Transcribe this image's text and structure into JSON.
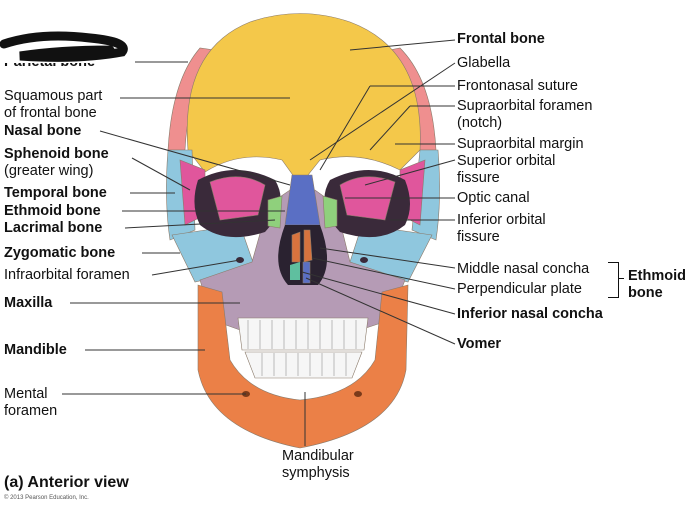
{
  "caption": "(a) Anterior view",
  "copyright": "© 2013 Pearson Education, Inc.",
  "labels": {
    "parietal_bone": "Parietal bone",
    "squamous_1": "Squamous part",
    "squamous_2": "of frontal bone",
    "nasal_bone": "Nasal bone",
    "sphenoid_1": "Sphenoid bone",
    "sphenoid_2": "(greater wing)",
    "temporal_bone": "Temporal bone",
    "ethmoid_bone_left": "Ethmoid bone",
    "lacrimal_bone": "Lacrimal bone",
    "zygomatic_bone": "Zygomatic bone",
    "infraorbital_foramen": "Infraorbital foramen",
    "maxilla": "Maxilla",
    "mandible": "Mandible",
    "mental_1": "Mental",
    "mental_2": "foramen",
    "mandibular_1": "Mandibular",
    "mandibular_2": "symphysis",
    "frontal_bone": "Frontal bone",
    "glabella": "Glabella",
    "frontonasal_suture": "Frontonasal suture",
    "supraorbital_foramen_1": "Supraorbital foramen",
    "supraorbital_foramen_2": "(notch)",
    "supraorbital_margin": "Supraorbital margin",
    "superior_orbital_1": "Superior orbital",
    "superior_orbital_2": "fissure",
    "optic_canal": "Optic canal",
    "inferior_orbital_1": "Inferior orbital",
    "inferior_orbital_2": "fissure",
    "middle_nasal_concha": "Middle nasal concha",
    "perpendicular_plate": "Perpendicular plate",
    "ethmoid_right_1": "Ethmoid",
    "ethmoid_right_2": "bone",
    "inferior_nasal_concha": "Inferior nasal concha",
    "vomer": "Vomer"
  },
  "colors": {
    "frontal": "#f4c84a",
    "parietal": "#ef8f8f",
    "sphenoid": "#e0569c",
    "temporal": "#8fc7de",
    "zygomatic": "#8fc7de",
    "maxilla": "#b59bb5",
    "mandible": "#eb8047",
    "nasal": "#5a6fc4",
    "ethmoid": "#d8733e",
    "lacrimal": "#8fd07c",
    "teeth": "#f6f6f6"
  }
}
